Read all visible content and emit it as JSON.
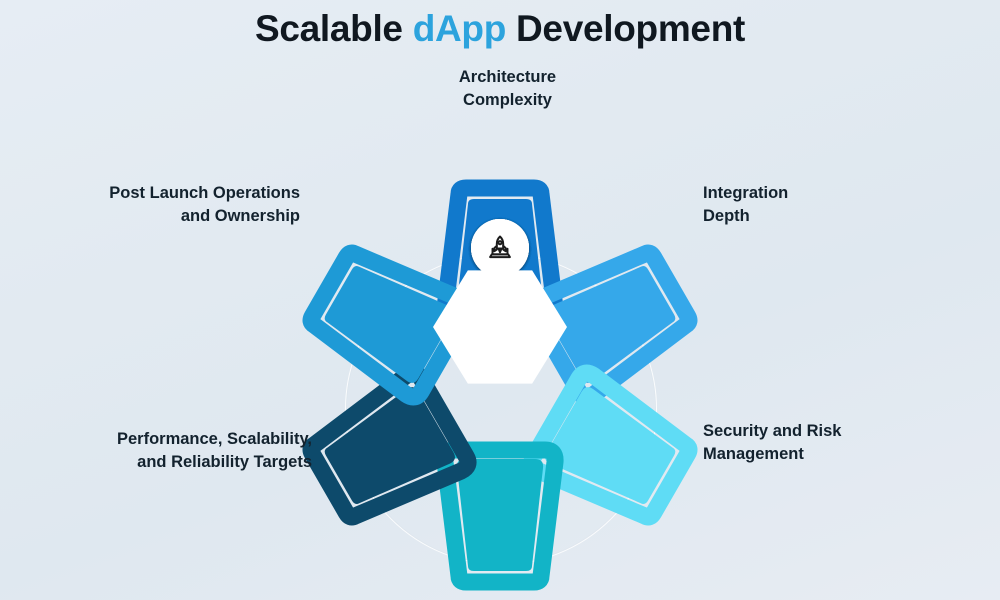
{
  "title": {
    "prefix": "Scalable ",
    "accent": "dApp",
    "suffix": " Development"
  },
  "colors": {
    "background_start": "#e6edf4",
    "background_end": "#e7ecf3",
    "title_text": "#101820",
    "title_accent": "#2ca3dd",
    "label_text": "#13222e",
    "center_hex": "#ffffff"
  },
  "center": {
    "shape": "hexagon",
    "fill": "#ffffff",
    "label": ""
  },
  "nodes": [
    {
      "id": "architecture-complexity",
      "label": "Architecture\nComplexity",
      "color": "#1179cc",
      "icon": "gear-compass-icon",
      "position": "top",
      "angle": 0
    },
    {
      "id": "integration-depth",
      "label": "Integration\nDepth",
      "color": "#35a8ea",
      "icon": "gear-chip-icon",
      "position": "top-right",
      "angle": 60
    },
    {
      "id": "security-and-risk-management",
      "label": "Security and Risk\nManagement",
      "color": "#5fdcf5",
      "icon": "warning-gear-icon",
      "position": "bottom-right",
      "angle": 120
    },
    {
      "id": "compliance-documentation",
      "label": "",
      "color": "#12b4c7",
      "icon": "document-shield-icon",
      "position": "bottom",
      "angle": 180
    },
    {
      "id": "performance-scalability-reliability-targets",
      "label": "Performance, Scalability,\nand Reliability Targets",
      "color": "#0d4a6b",
      "icon": "gear-thumbs-up-icon",
      "position": "bottom-left",
      "angle": 240
    },
    {
      "id": "post-launch-operations-and-ownership",
      "label": "Post Launch Operations\nand Ownership",
      "color": "#1e9ad6",
      "icon": "rocket-laptop-icon",
      "position": "top-left",
      "angle": 300
    }
  ]
}
